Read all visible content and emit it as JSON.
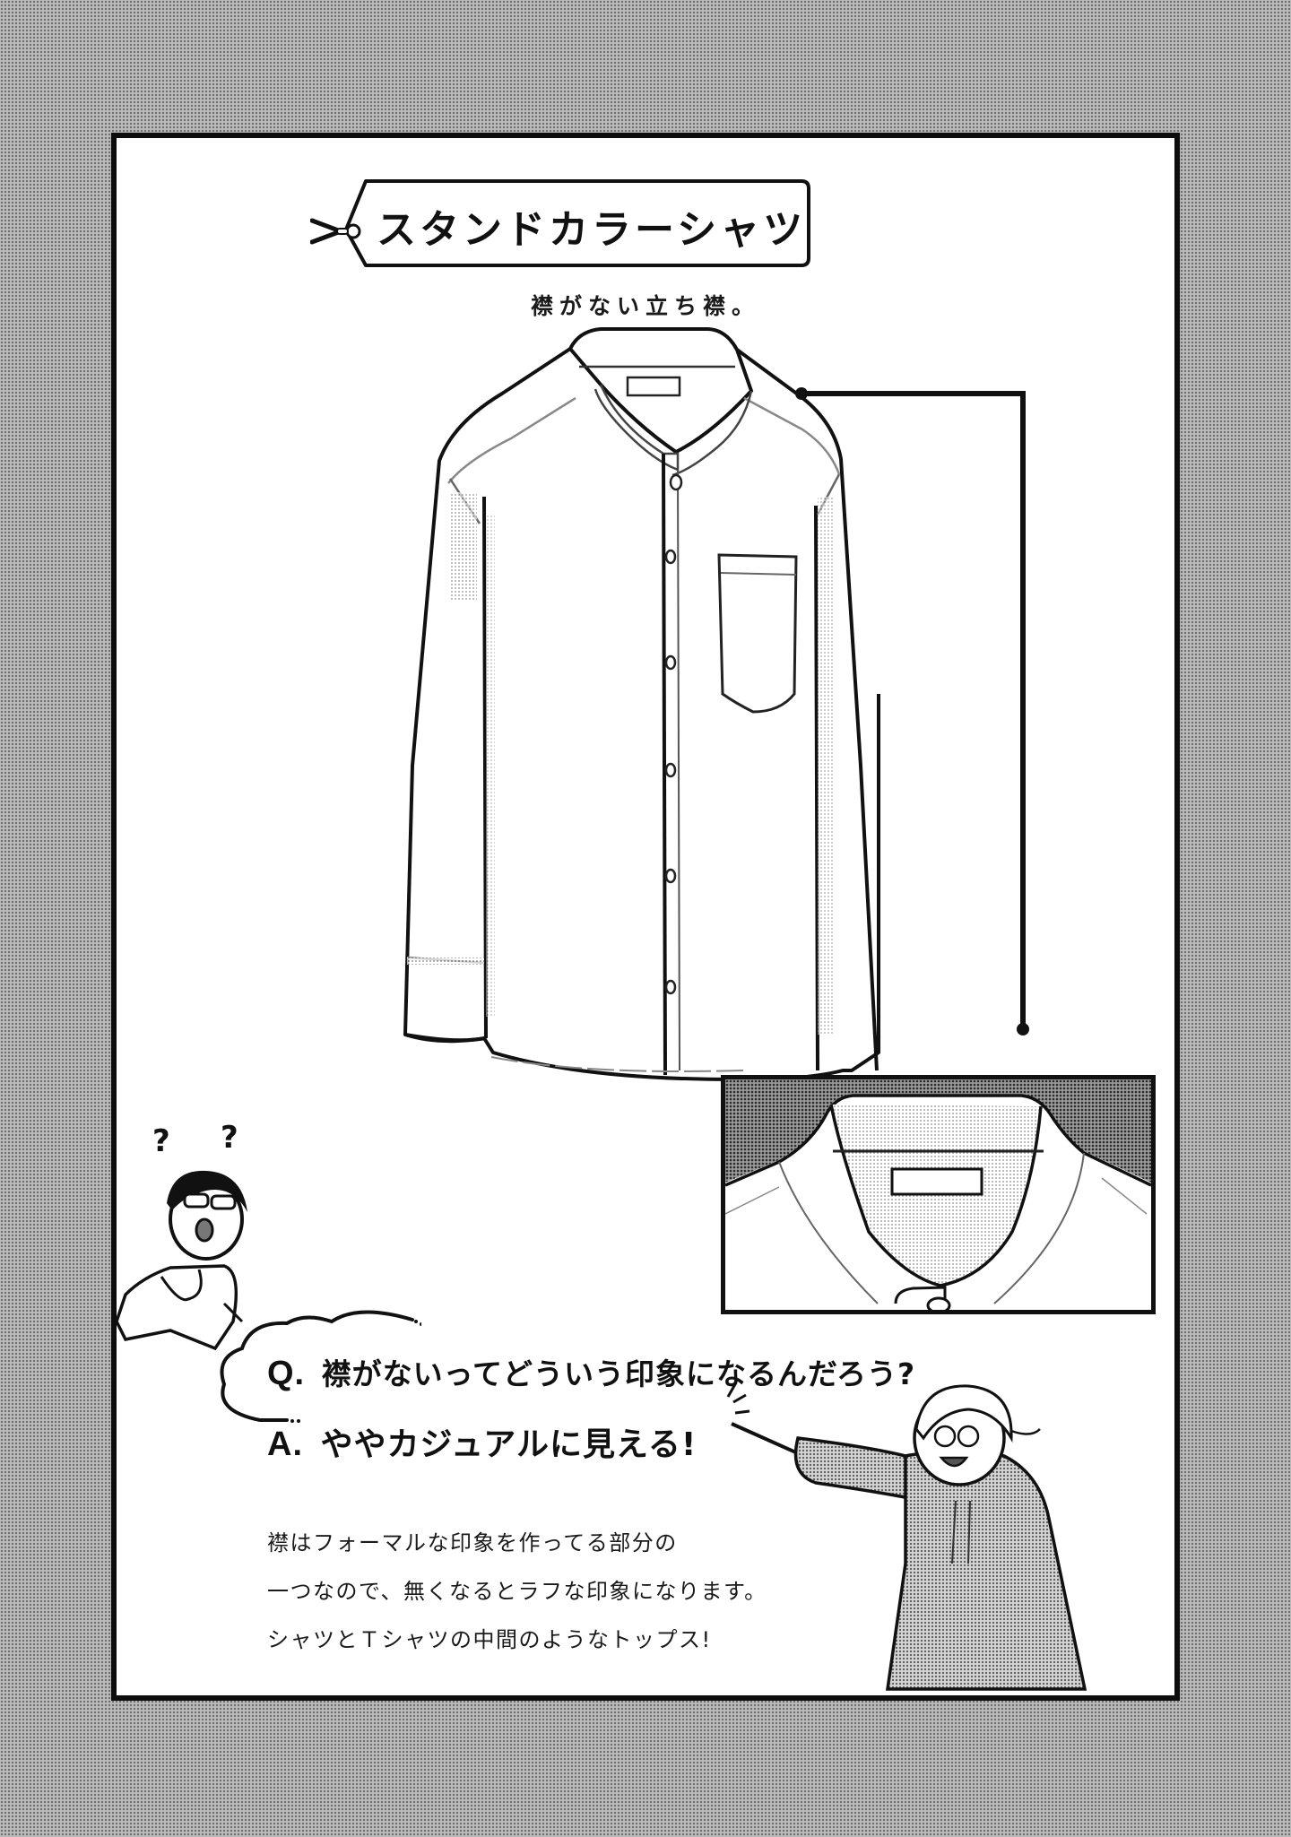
{
  "page": {
    "title": "スタンドカラーシャツ",
    "subtitle": "襟がない立ち襟。",
    "title_icon": "scissors-tag-icon"
  },
  "illustration": {
    "main": "stand-collar-shirt-drawing",
    "inset": "collar-closeup-drawing",
    "callout": "collar-callout-line"
  },
  "qa": {
    "question_prefix": "Q.",
    "question": "襟がないってどういう印象になるんだろう?",
    "answer_prefix": "A.",
    "answer": "ややカジュアルに見える!"
  },
  "explanation": {
    "lines": [
      "襟はフォーマルな印象を作ってる部分の",
      "一つなので、無くなるとラフな印象になります。",
      "シャツとＴシャツの中間のようなトップス!"
    ]
  },
  "characters": {
    "left": {
      "name": "confused-student",
      "marks": [
        "?",
        "?"
      ]
    },
    "right": {
      "name": "teacher-pointing"
    }
  },
  "colors": {
    "ink": "#111111",
    "paper": "#ffffff",
    "screentone": "#b9b9b9"
  }
}
